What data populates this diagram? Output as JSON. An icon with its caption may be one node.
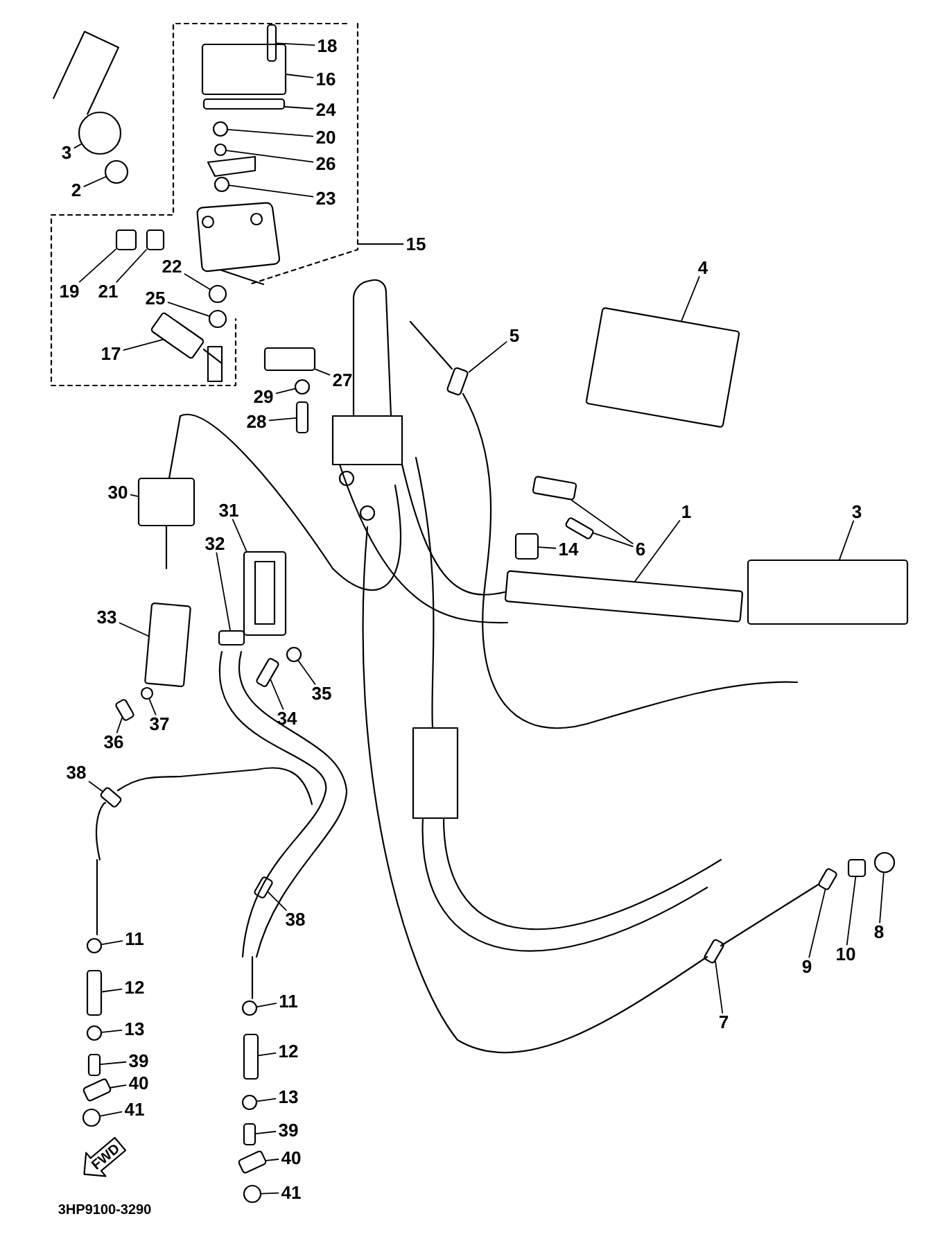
{
  "diagram": {
    "nodes": [
      {
        "text": [
          "18"
        ]
      },
      {
        "text": [
          "16"
        ]
      },
      {
        "text": [
          "24"
        ]
      },
      {
        "text": [
          "20"
        ]
      },
      {
        "text": [
          "26"
        ]
      },
      {
        "text": [
          "23"
        ]
      },
      {
        "text": [
          "15"
        ]
      },
      {
        "text": [
          "3"
        ]
      },
      {
        "text": [
          "2"
        ]
      },
      {
        "text": [
          "19"
        ]
      },
      {
        "text": [
          "21"
        ]
      },
      {
        "text": [
          "22"
        ]
      },
      {
        "text": [
          "25"
        ]
      },
      {
        "text": [
          "17"
        ]
      },
      {
        "text": [
          "27"
        ]
      },
      {
        "text": [
          "29"
        ]
      },
      {
        "text": [
          "28"
        ]
      },
      {
        "text": [
          "5"
        ]
      },
      {
        "text": [
          "4"
        ]
      },
      {
        "text": [
          "1"
        ]
      },
      {
        "text": [
          "3"
        ]
      },
      {
        "text": [
          "6"
        ]
      },
      {
        "text": [
          "14"
        ]
      },
      {
        "text": [
          "30"
        ]
      },
      {
        "text": [
          "31"
        ]
      },
      {
        "text": [
          "32"
        ]
      },
      {
        "text": [
          "33"
        ]
      },
      {
        "text": [
          "35"
        ]
      },
      {
        "text": [
          "34"
        ]
      },
      {
        "text": [
          "36"
        ]
      },
      {
        "text": [
          "37"
        ]
      },
      {
        "text": [
          "38"
        ]
      },
      {
        "text": [
          "38"
        ]
      },
      {
        "text": [
          "11"
        ]
      },
      {
        "text": [
          "12"
        ]
      },
      {
        "text": [
          "13"
        ]
      },
      {
        "text": [
          "39"
        ]
      },
      {
        "text": [
          "40"
        ]
      },
      {
        "text": [
          "41"
        ]
      },
      {
        "text": [
          "11"
        ]
      },
      {
        "text": [
          "12"
        ]
      },
      {
        "text": [
          "13"
        ]
      },
      {
        "text": [
          "39"
        ]
      },
      {
        "text": [
          "40"
        ]
      },
      {
        "text": [
          "41"
        ]
      },
      {
        "text": [
          "9"
        ]
      },
      {
        "text": [
          "10"
        ]
      },
      {
        "text": [
          "8"
        ]
      },
      {
        "text": [
          "7"
        ]
      },
      {
        "text": [
          "FWD"
        ]
      },
      {
        "text": [],
        "shape": "box"
      },
      {
        "text": [],
        "shape": "box"
      },
      {
        "text": [],
        "shape": "box"
      },
      {
        "text": [],
        "shape": "circle"
      },
      {
        "text": [],
        "shape": "circle"
      },
      {
        "text": [],
        "shape": "circle"
      },
      {
        "text": [],
        "shape": "circle"
      },
      {
        "text": [],
        "shape": "circle"
      },
      {
        "text": [],
        "shape": "box"
      },
      {
        "text": [],
        "shape": "box"
      },
      {
        "text": [],
        "shape": "circle"
      },
      {
        "text": [],
        "shape": "circle"
      },
      {
        "text": [],
        "shape": "box"
      },
      {
        "text": [],
        "shape": "box"
      },
      {
        "text": [],
        "shape": "circle"
      },
      {
        "text": [],
        "shape": "box"
      },
      {
        "text": [],
        "shape": "box"
      },
      {
        "text": [],
        "shape": "box"
      },
      {
        "text": [],
        "shape": "box"
      },
      {
        "text": [],
        "shape": "box"
      },
      {
        "text": [],
        "shape": "box"
      },
      {
        "text": [],
        "shape": "box"
      },
      {
        "text": [],
        "shape": "box"
      },
      {
        "text": [],
        "shape": "box"
      },
      {
        "text": [],
        "shape": "box"
      },
      {
        "text": [],
        "shape": "box"
      },
      {
        "text": [],
        "shape": "box"
      },
      {
        "text": [],
        "shape": "circle"
      },
      {
        "text": [],
        "shape": "box"
      },
      {
        "text": [],
        "shape": "box"
      },
      {
        "text": [],
        "shape": "circle"
      },
      {
        "text": [],
        "shape": "box"
      },
      {
        "text": [],
        "shape": "box"
      },
      {
        "text": [],
        "shape": "circle"
      },
      {
        "text": [],
        "shape": "box"
      },
      {
        "text": [],
        "shape": "circle"
      },
      {
        "text": [],
        "shape": "box"
      },
      {
        "text": [],
        "shape": "box"
      },
      {
        "text": [],
        "shape": "circle"
      },
      {
        "text": [],
        "shape": "circle"
      },
      {
        "text": [],
        "shape": "box"
      },
      {
        "text": [],
        "shape": "circle"
      },
      {
        "text": [],
        "shape": "box"
      },
      {
        "text": [],
        "shape": "box"
      },
      {
        "text": [],
        "shape": "circle"
      },
      {
        "text": [],
        "shape": "box"
      },
      {
        "text": [],
        "shape": "box"
      },
      {
        "text": [],
        "shape": "circle"
      },
      {
        "text": [],
        "shape": "box"
      }
    ],
    "edges": [
      {
        "from": 0,
        "to": 50,
        "arrow": "none"
      },
      {
        "from": 1,
        "to": 51,
        "arrow": "none"
      },
      {
        "from": 2,
        "to": 52,
        "arrow": "none"
      },
      {
        "from": 3,
        "to": 53,
        "arrow": "none"
      },
      {
        "from": 4,
        "to": 54,
        "arrow": "none"
      },
      {
        "from": 5,
        "to": 55,
        "arrow": "none"
      },
      {
        "from": 6,
        "to": null,
        "arrow": "none"
      },
      {
        "from": 7,
        "to": 56,
        "arrow": "none"
      },
      {
        "from": 8,
        "to": 57,
        "arrow": "none"
      },
      {
        "from": 9,
        "to": 58,
        "arrow": "none"
      },
      {
        "from": 10,
        "to": 59,
        "arrow": "none"
      },
      {
        "from": 11,
        "to": 60,
        "arrow": "none"
      },
      {
        "from": 12,
        "to": 61,
        "arrow": "none"
      },
      {
        "from": 13,
        "to": 62,
        "arrow": "none"
      },
      {
        "from": 14,
        "to": 63,
        "arrow": "none"
      },
      {
        "from": 15,
        "to": 64,
        "arrow": "none"
      },
      {
        "from": 16,
        "to": 65,
        "arrow": "none"
      },
      {
        "from": 17,
        "to": 66,
        "arrow": "none"
      },
      {
        "from": 18,
        "to": 67,
        "arrow": "none"
      },
      {
        "from": 19,
        "to": 68,
        "arrow": "none"
      },
      {
        "from": 20,
        "to": 69,
        "arrow": "none"
      },
      {
        "from": 21,
        "to": 70,
        "arrow": "none"
      },
      {
        "from": 21,
        "to": 71,
        "arrow": "none"
      },
      {
        "from": 22,
        "to": 72,
        "arrow": "none"
      },
      {
        "from": 23,
        "to": 73,
        "arrow": "none"
      },
      {
        "from": 24,
        "to": 74,
        "arrow": "none"
      },
      {
        "from": 25,
        "to": 75,
        "arrow": "none"
      },
      {
        "from": 26,
        "to": 76,
        "arrow": "none"
      },
      {
        "from": 27,
        "to": 77,
        "arrow": "none"
      },
      {
        "from": 28,
        "to": 78,
        "arrow": "none"
      },
      {
        "from": 29,
        "to": 79,
        "arrow": "none"
      },
      {
        "from": 30,
        "to": 80,
        "arrow": "none"
      },
      {
        "from": 31,
        "to": 81,
        "arrow": "none"
      },
      {
        "from": 32,
        "to": 82,
        "arrow": "none"
      },
      {
        "from": 33,
        "to": 83,
        "arrow": "none"
      },
      {
        "from": 34,
        "to": 84,
        "arrow": "none"
      },
      {
        "from": 35,
        "to": 85,
        "arrow": "none"
      },
      {
        "from": 36,
        "to": 86,
        "arrow": "none"
      },
      {
        "from": 37,
        "to": 87,
        "arrow": "none"
      },
      {
        "from": 38,
        "to": 88,
        "arrow": "none"
      },
      {
        "from": 39,
        "to": 89,
        "arrow": "none"
      },
      {
        "from": 40,
        "to": 90,
        "arrow": "none"
      },
      {
        "from": 41,
        "to": 91,
        "arrow": "none"
      },
      {
        "from": 42,
        "to": 92,
        "arrow": "none"
      },
      {
        "from": 43,
        "to": 93,
        "arrow": "none"
      },
      {
        "from": 44,
        "to": 94,
        "arrow": "none"
      },
      {
        "from": 45,
        "to": 95,
        "arrow": "none"
      },
      {
        "from": 46,
        "to": 96,
        "arrow": "none"
      },
      {
        "from": 47,
        "to": 97,
        "arrow": "none"
      },
      {
        "from": 48,
        "to": 98,
        "arrow": "none"
      }
    ],
    "labels": [
      "3HP9100-3290"
    ]
  }
}
